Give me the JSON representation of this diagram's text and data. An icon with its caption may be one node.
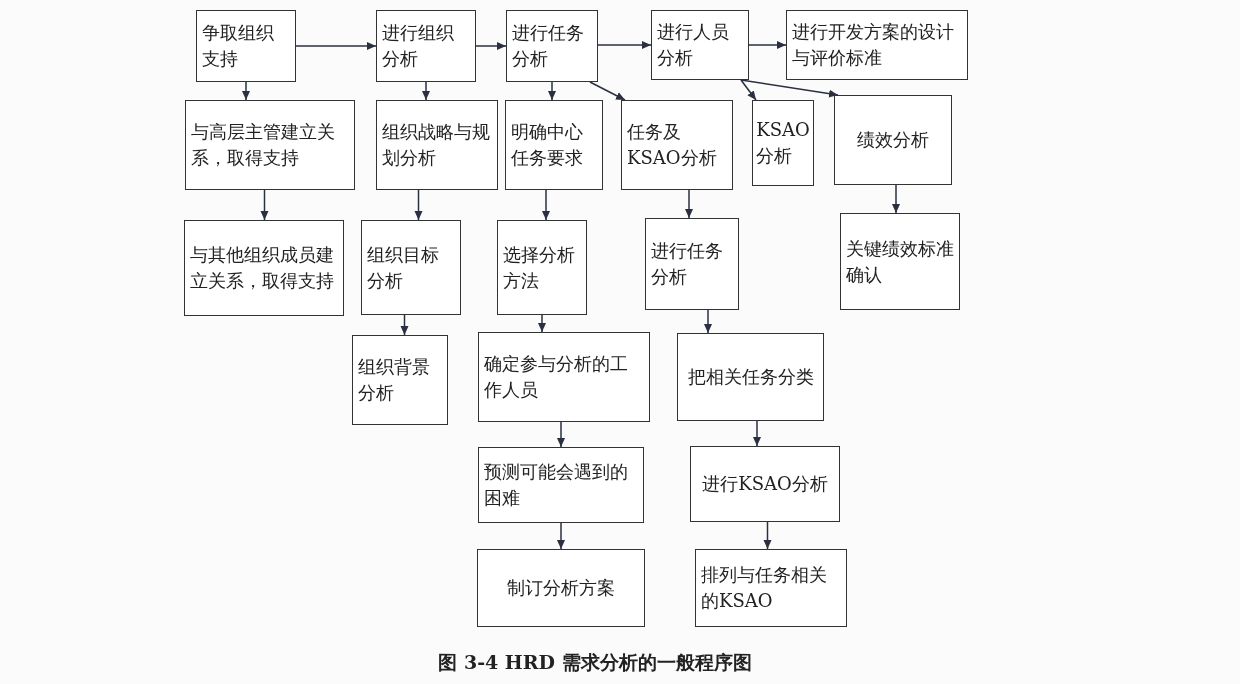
{
  "diagram": {
    "caption": "图 3-4 HRD 需求分析的一般程序图",
    "nodes": [
      {
        "text": [
          "争取组织支持"
        ]
      },
      {
        "text": [
          "进行组织分析"
        ]
      },
      {
        "text": [
          "进行任务分析"
        ]
      },
      {
        "text": [
          "进行人员分析"
        ]
      },
      {
        "text": [
          "进行开发方案的设计与评价标准"
        ]
      },
      {
        "text": [
          "与高层主管建立关系，取得支持"
        ]
      },
      {
        "text": [
          "组织战略与规划分析"
        ]
      },
      {
        "text": [
          "明确中心任务要求"
        ]
      },
      {
        "text": [
          "任务及KSAO分析"
        ]
      },
      {
        "text": [
          "KSAO分析"
        ]
      },
      {
        "text": [
          "绩效分析"
        ]
      },
      {
        "text": [
          "与其他组织成员建立关系，取得支持"
        ]
      },
      {
        "text": [
          "组织目标分析"
        ]
      },
      {
        "text": [
          "选择分析方法"
        ]
      },
      {
        "text": [
          "进行任务分析"
        ]
      },
      {
        "text": [
          "关键绩效标准确认"
        ]
      },
      {
        "text": [
          "组织背景分析"
        ]
      },
      {
        "text": [
          "确定参与分析的工作人员"
        ]
      },
      {
        "text": [
          "把相关任务分类"
        ]
      },
      {
        "text": [
          "预测可能会遇到的困难"
        ]
      },
      {
        "text": [
          "进行KSAO分析"
        ]
      },
      {
        "text": [
          "制订分析方案"
        ]
      },
      {
        "text": [
          "排列与任务相关的KSAO"
        ]
      }
    ],
    "edges": [
      {
        "from": 0,
        "to": 1,
        "arrow": "to"
      },
      {
        "from": 1,
        "to": 2,
        "arrow": "to"
      },
      {
        "from": 2,
        "to": 3,
        "arrow": "to"
      },
      {
        "from": 3,
        "to": 4,
        "arrow": "to"
      },
      {
        "from": 0,
        "to": 5,
        "arrow": "to"
      },
      {
        "from": 5,
        "to": 11,
        "arrow": "to"
      },
      {
        "from": 1,
        "to": 6,
        "arrow": "to"
      },
      {
        "from": 6,
        "to": 12,
        "arrow": "to"
      },
      {
        "from": 12,
        "to": 16,
        "arrow": "to"
      },
      {
        "from": 2,
        "to": 7,
        "arrow": "to"
      },
      {
        "from": 7,
        "to": 13,
        "arrow": "to"
      },
      {
        "from": 13,
        "to": 17,
        "arrow": "to"
      },
      {
        "from": 17,
        "to": 19,
        "arrow": "to"
      },
      {
        "from": 19,
        "to": 21,
        "arrow": "to"
      },
      {
        "from": 2,
        "to": 8,
        "arrow": "to"
      },
      {
        "from": 8,
        "to": 14,
        "arrow": "to"
      },
      {
        "from": 14,
        "to": 18,
        "arrow": "to"
      },
      {
        "from": 18,
        "to": 20,
        "arrow": "to"
      },
      {
        "from": 20,
        "to": 22,
        "arrow": "to"
      },
      {
        "from": 3,
        "to": 9,
        "arrow": "to"
      },
      {
        "from": 3,
        "to": 10,
        "arrow": "to"
      },
      {
        "from": 10,
        "to": 15,
        "arrow": "to"
      }
    ]
  }
}
